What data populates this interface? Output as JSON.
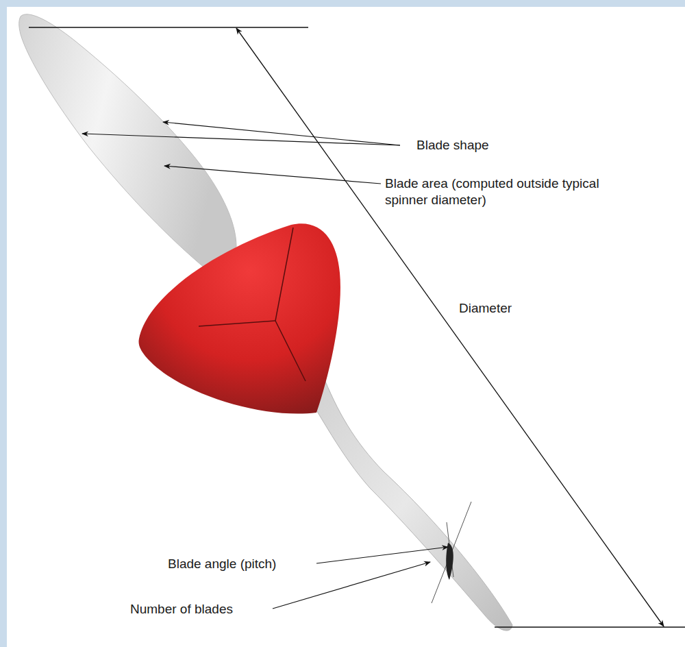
{
  "diagram": {
    "labels": [
      "Blade shape",
      "Blade area (computed outside typical spinner diameter)",
      "Diameter",
      "Blade angle (pitch)",
      "Number of blades"
    ]
  }
}
